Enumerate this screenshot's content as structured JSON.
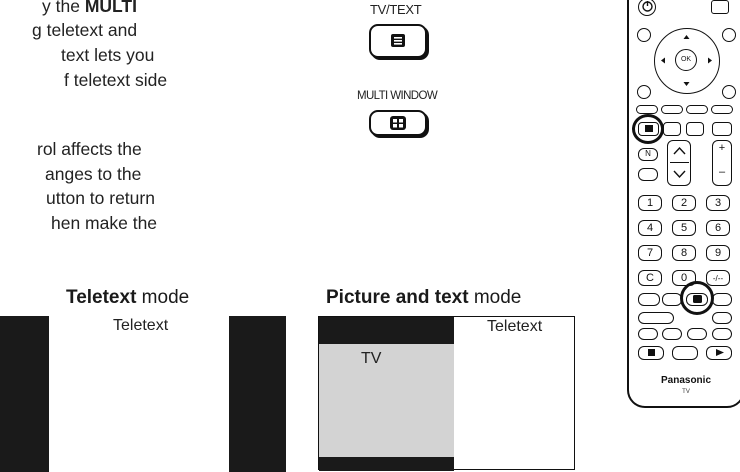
{
  "left_text": {
    "line1_pre": "y the ",
    "line1_bold": "MULTI",
    "line2": "g teletext and",
    "line3": "text lets you",
    "line4": "f teletext side",
    "line5": "rol affects the",
    "line6": "anges to the",
    "line7": "utton to return",
    "line8": "hen make the"
  },
  "buttons": {
    "tv_text_label": "TV/TEXT",
    "multi_window_label": "MULTI WINDOW"
  },
  "teletext_mode": {
    "heading_bold": "Teletext",
    "heading_rest": " mode",
    "screen_label": "Teletext"
  },
  "picture_text_mode": {
    "heading_bold": "Picture and text",
    "heading_rest": " mode",
    "tv_label": "TV",
    "teletext_label": "Teletext"
  },
  "remote": {
    "brand": "Panasonic",
    "model": "TV",
    "number_keys": [
      "1",
      "2",
      "3",
      "4",
      "5",
      "6",
      "7",
      "8",
      "9",
      "C",
      "0",
      "-/--"
    ],
    "ok_label": "OK",
    "n_label": "N",
    "plus_label": "+",
    "minus_label": "–"
  }
}
